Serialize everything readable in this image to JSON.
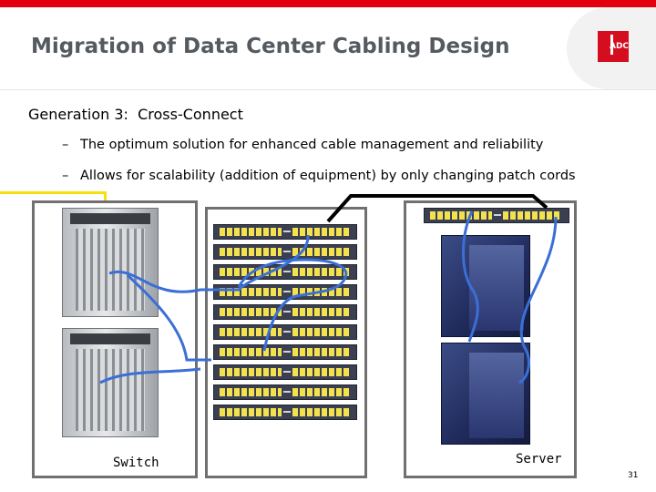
{
  "slide": {
    "title": "Migration of Data Center Cabling Design",
    "logo_text": "ADC",
    "heading": "Generation 3:  Cross-Connect",
    "bullets": [
      "The optimum solution for enhanced cable management and reliability",
      "Allows for scalability (addition of equipment) by only changing patch cords"
    ],
    "bullet_marker": "–",
    "switch_label": "Switch",
    "server_label": "Server",
    "page_number": "31"
  },
  "colors": {
    "accent_red": "#e3000f",
    "title_gray": "#555a60",
    "cable_blue": "#3b6fd6",
    "cable_black": "#000000",
    "marker_yellow": "#f5e20a"
  },
  "icons": {
    "logo": "adc-logo",
    "switch": "network-switch-rack",
    "patch": "patch-panel",
    "server": "server-tower"
  }
}
